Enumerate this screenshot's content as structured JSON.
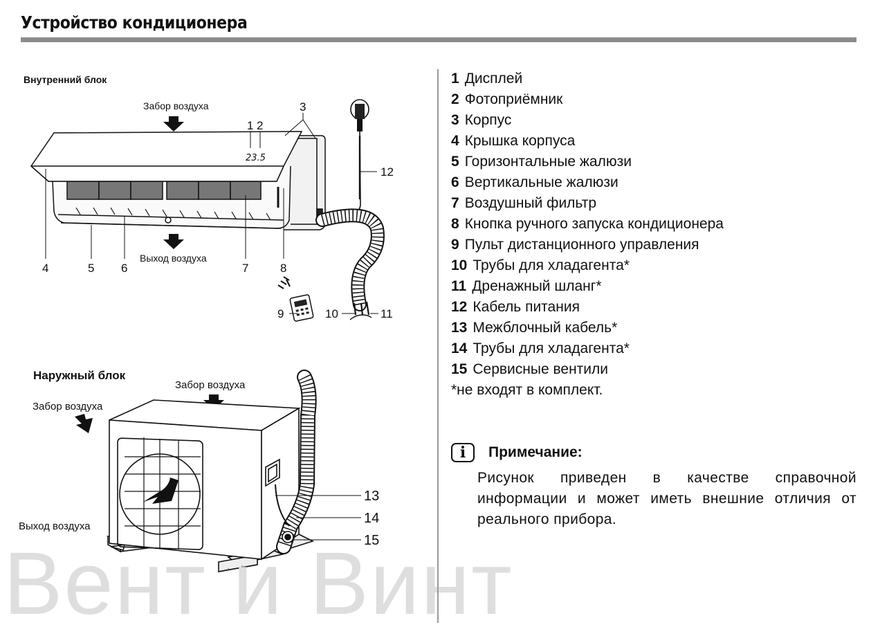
{
  "header": {
    "title": "Устройство кондиционера"
  },
  "indoor": {
    "heading": "Внутренний блок",
    "air_in": "Забор воздуха",
    "air_out": "Выход воздуха",
    "display_reading": "23.5",
    "callouts": [
      "1",
      "2",
      "3",
      "4",
      "5",
      "6",
      "7",
      "8",
      "9",
      "10",
      "11",
      "12"
    ]
  },
  "outdoor": {
    "heading": "Наружный блок",
    "air_in_top": "Забор воздуха",
    "air_in_side": "Забор воздуха",
    "air_out": "Выход воздуха",
    "callouts": [
      "13",
      "14",
      "15"
    ]
  },
  "parts": [
    {
      "num": "1",
      "label": "Дисплей"
    },
    {
      "num": "2",
      "label": "Фотоприёмник"
    },
    {
      "num": "3",
      "label": "Корпус"
    },
    {
      "num": "4",
      "label": "Крышка корпуса"
    },
    {
      "num": "5",
      "label": "Горизонтальные жалюзи"
    },
    {
      "num": "6",
      "label": "Вертикальные жалюзи"
    },
    {
      "num": "7",
      "label": "Воздушный фильтр"
    },
    {
      "num": "8",
      "label": "Кнопка ручного запуска кондиционера"
    },
    {
      "num": "9",
      "label": "Пульт дистанционного управления"
    },
    {
      "num": "10",
      "label": "Трубы для хладагента*"
    },
    {
      "num": "11",
      "label": "Дренажный шланг*"
    },
    {
      "num": "12",
      "label": "Кабель питания"
    },
    {
      "num": "13",
      "label": "Межблочный кабель*"
    },
    {
      "num": "14",
      "label": "Трубы для хладагента*"
    },
    {
      "num": "15",
      "label": "Сервисные вентили"
    }
  ],
  "footnote": "*не входят в комплект.",
  "note": {
    "icon": "info-icon",
    "title": "Примечание:",
    "text": "Рисунок приведен в качестве справочной информации и может иметь внешние отличия от реального прибора."
  },
  "watermark": "Вент и Винт"
}
